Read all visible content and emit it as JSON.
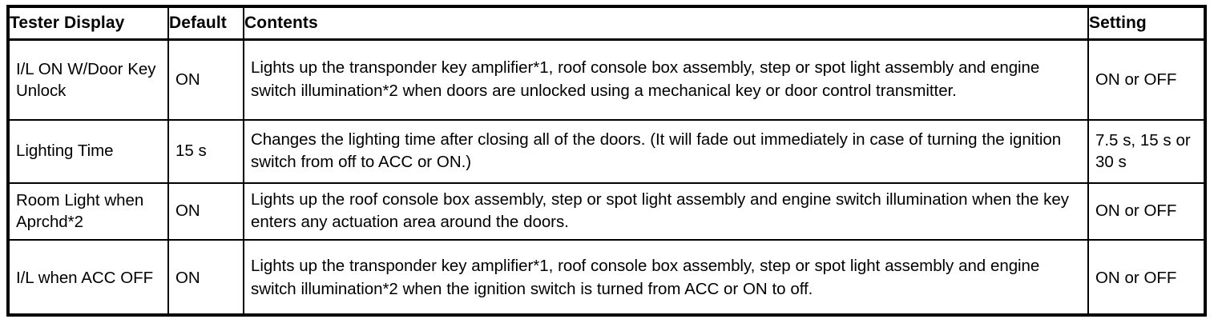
{
  "table": {
    "headers": [
      "Tester Display",
      "Default",
      "Contents",
      "Setting"
    ],
    "rows": [
      {
        "display": "I/L ON W/Door Key Unlock",
        "default": "ON",
        "contents": "Lights up the transponder key amplifier*1, roof console box assembly, step or spot light assembly and engine switch illumination*2 when doors are unlocked using a mechanical key or door control transmitter.",
        "setting": "ON or OFF"
      },
      {
        "display": "Lighting Time",
        "default": "15 s",
        "contents": "Changes the lighting time after closing all of the doors. (It will fade out immediately in case of turning the ignition switch from off to ACC or ON.)",
        "setting": "7.5 s, 15 s or 30 s"
      },
      {
        "display": "Room Light when Aprchd*2",
        "default": "ON",
        "contents": "Lights up the roof console box assembly, step or spot light assembly and engine switch illumination when the key enters any actuation area around the doors.",
        "setting": "ON or OFF"
      },
      {
        "display": "I/L when ACC OFF",
        "default": "ON",
        "contents": "Lights up the transponder key amplifier*1, roof console box assembly, step or spot light assembly and engine switch illumination*2 when the ignition switch is turned from ACC or ON to off.",
        "setting": "ON or OFF"
      }
    ]
  },
  "colors": {
    "border": "#000000",
    "text": "#000000",
    "background": "#ffffff"
  }
}
